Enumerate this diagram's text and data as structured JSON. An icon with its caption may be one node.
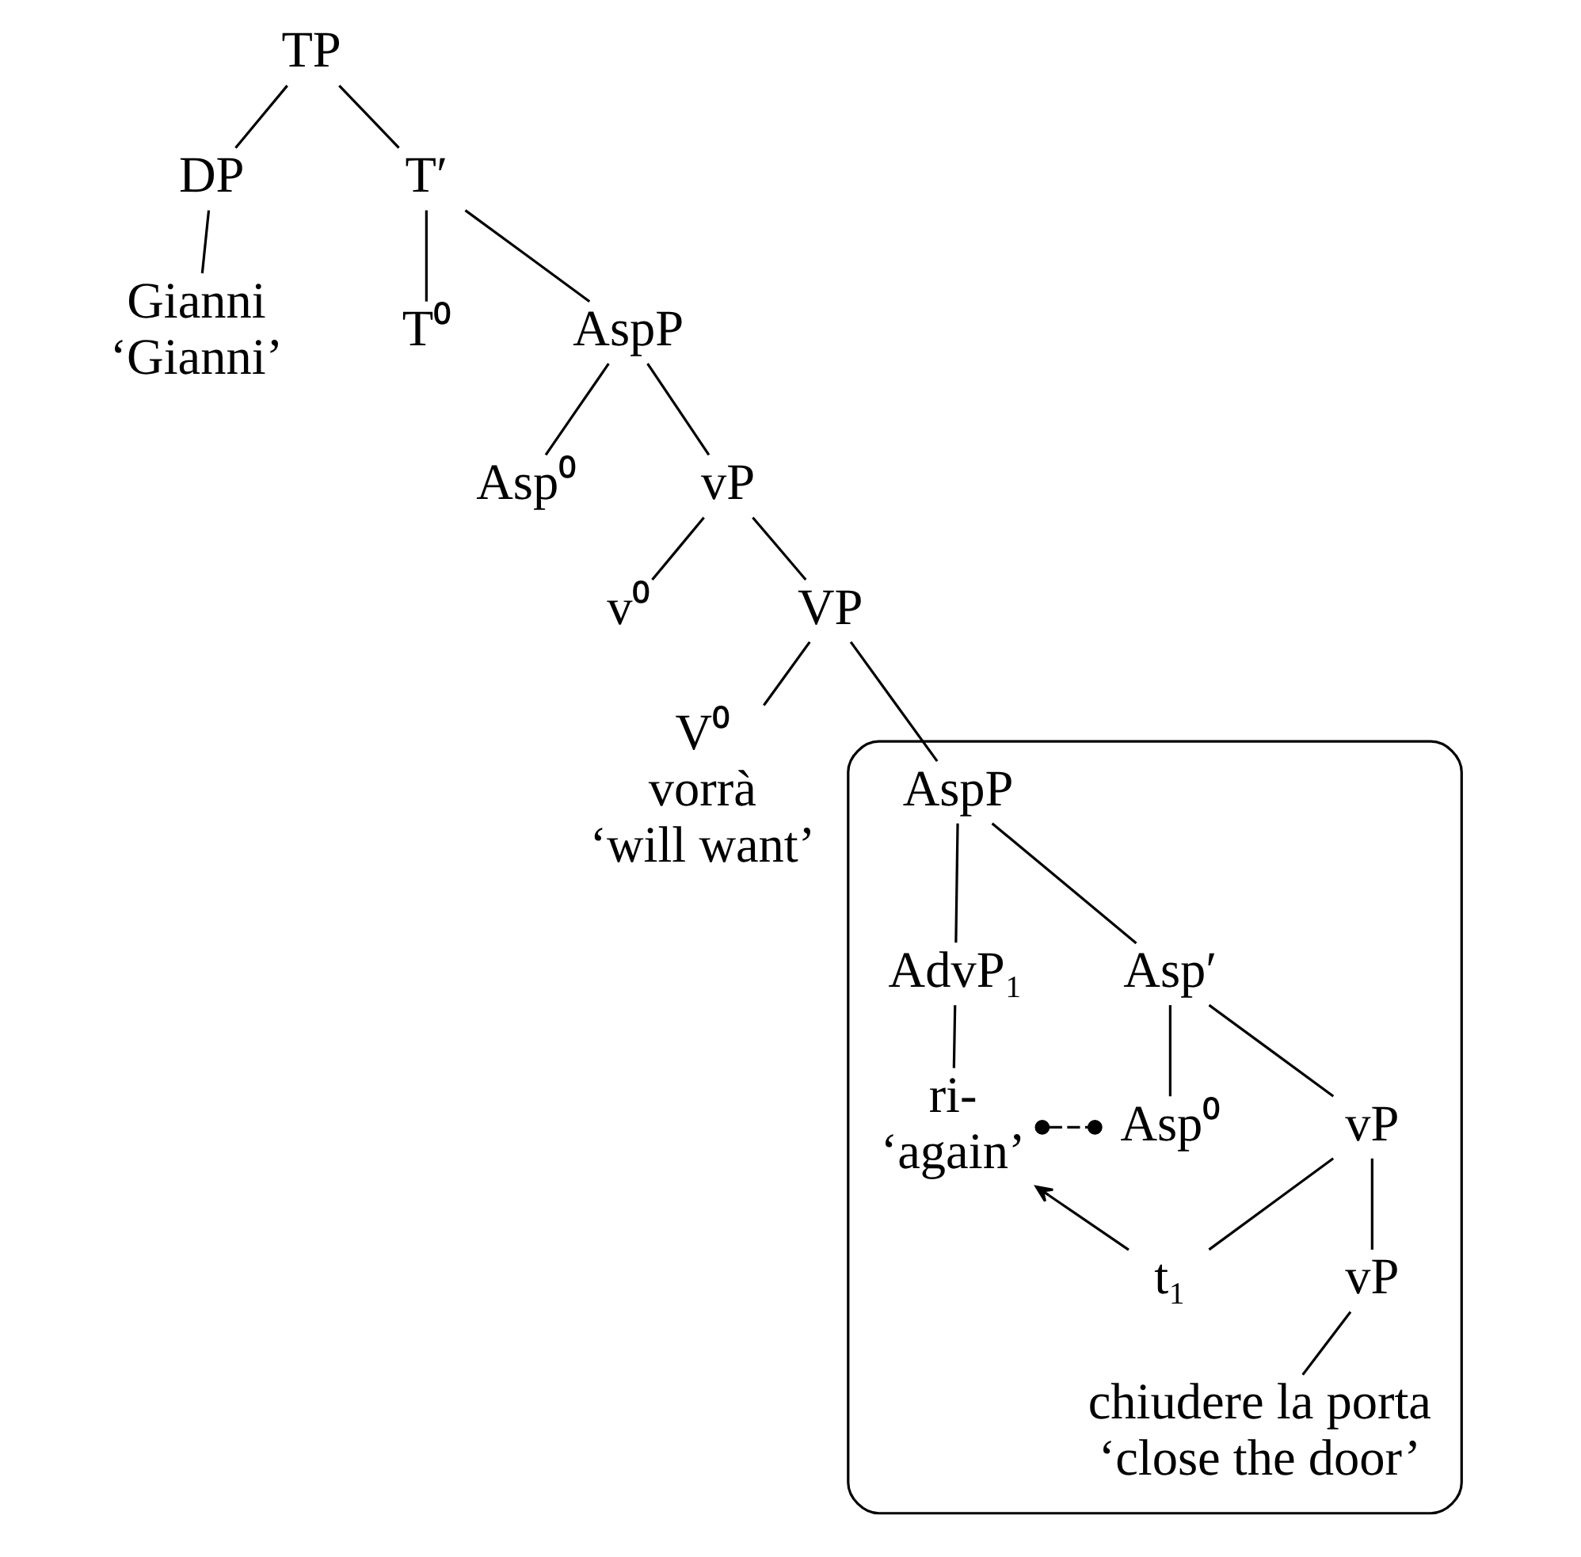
{
  "diagram": {
    "nodes": [
      {
        "text": [
          "TP"
        ]
      },
      {
        "text": [
          "DP"
        ]
      },
      {
        "text": [
          "T′"
        ]
      },
      {
        "text": [
          "Gianni",
          "‘Gianni’"
        ]
      },
      {
        "text": [
          "T⁰"
        ]
      },
      {
        "text": [
          "AspP"
        ]
      },
      {
        "text": [
          "Asp⁰"
        ]
      },
      {
        "text": [
          "vP"
        ]
      },
      {
        "text": [
          "v⁰"
        ]
      },
      {
        "text": [
          "VP"
        ]
      },
      {
        "text": [
          "V⁰",
          "vorrà",
          "‘will want’"
        ]
      },
      {
        "text": [],
        "shape": "box"
      },
      {
        "text": [
          "AspP"
        ],
        "in": 11
      },
      {
        "text": [
          "AdvP₁"
        ],
        "in": 11
      },
      {
        "text": [
          "Asp′"
        ],
        "in": 11
      },
      {
        "text": [
          "ri-",
          "‘again’"
        ],
        "in": 11
      },
      {
        "text": [
          "Asp⁰"
        ],
        "in": 11
      },
      {
        "text": [
          "vP"
        ],
        "in": 11
      },
      {
        "text": [
          "t₁"
        ],
        "in": 11
      },
      {
        "text": [
          "vP"
        ],
        "in": 11
      },
      {
        "text": [
          "chiudere la porta",
          "‘close the door’"
        ],
        "in": 11
      }
    ],
    "edges": [
      {
        "from": 0,
        "to": 1,
        "arrow": "none"
      },
      {
        "from": 0,
        "to": 2,
        "arrow": "none"
      },
      {
        "from": 1,
        "to": 3,
        "arrow": "none"
      },
      {
        "from": 2,
        "to": 4,
        "arrow": "none"
      },
      {
        "from": 2,
        "to": 5,
        "arrow": "none"
      },
      {
        "from": 5,
        "to": 6,
        "arrow": "none"
      },
      {
        "from": 5,
        "to": 7,
        "arrow": "none"
      },
      {
        "from": 7,
        "to": 8,
        "arrow": "none"
      },
      {
        "from": 7,
        "to": 9,
        "arrow": "none"
      },
      {
        "from": 9,
        "to": 10,
        "arrow": "none"
      },
      {
        "from": 9,
        "to": 12,
        "arrow": "none"
      },
      {
        "from": 12,
        "to": 13,
        "arrow": "none"
      },
      {
        "from": 12,
        "to": 14,
        "arrow": "none"
      },
      {
        "from": 13,
        "to": 15,
        "arrow": "none"
      },
      {
        "from": 14,
        "to": 16,
        "arrow": "none"
      },
      {
        "from": 14,
        "to": 17,
        "arrow": "none"
      },
      {
        "from": 17,
        "to": 18,
        "arrow": "none"
      },
      {
        "from": 17,
        "to": 19,
        "arrow": "none"
      },
      {
        "from": 19,
        "to": 20,
        "arrow": "none"
      },
      {
        "from": 15,
        "to": 16,
        "arrow": "other",
        "style": "dashed"
      },
      {
        "from": 18,
        "to": 15,
        "arrow": "to"
      }
    ]
  }
}
